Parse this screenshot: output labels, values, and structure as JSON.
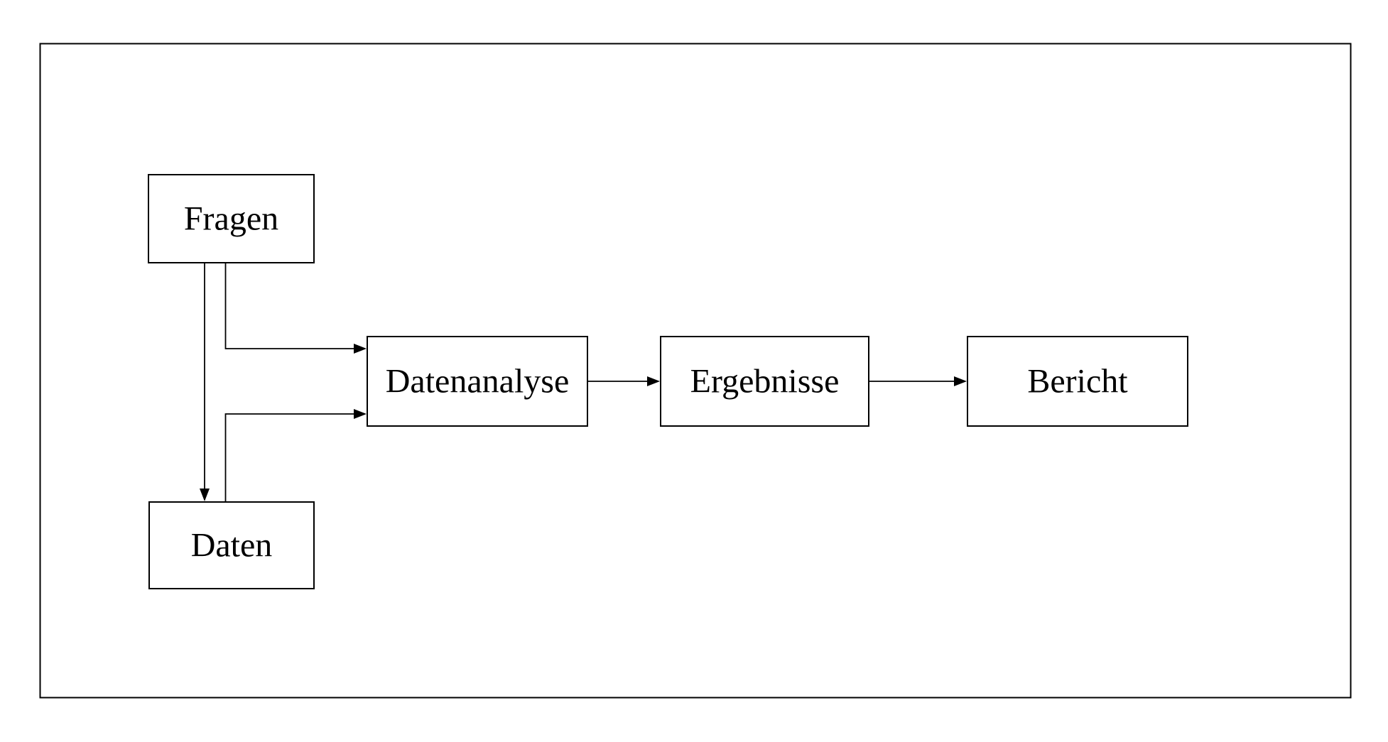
{
  "diagram": {
    "type": "flowchart",
    "background_color": "#ffffff",
    "line_color": "#000000",
    "nodes": [
      {
        "id": "fragen",
        "label": "Fragen"
      },
      {
        "id": "daten",
        "label": "Daten"
      },
      {
        "id": "datenanalyse",
        "label": "Datenanalyse"
      },
      {
        "id": "ergebnisse",
        "label": "Ergebnisse"
      },
      {
        "id": "bericht",
        "label": "Bericht"
      }
    ],
    "edges": [
      {
        "from": "Fragen",
        "to": "Daten",
        "style": "straight-down-arrow"
      },
      {
        "from": "Fragen",
        "to": "Datenanalyse",
        "style": "elbow-down-right-arrow"
      },
      {
        "from": "Daten",
        "to": "Datenanalyse",
        "style": "elbow-up-right-arrow"
      },
      {
        "from": "Datenanalyse",
        "to": "Ergebnisse",
        "style": "straight-right-arrow"
      },
      {
        "from": "Ergebnisse",
        "to": "Bericht",
        "style": "straight-right-arrow"
      }
    ]
  }
}
